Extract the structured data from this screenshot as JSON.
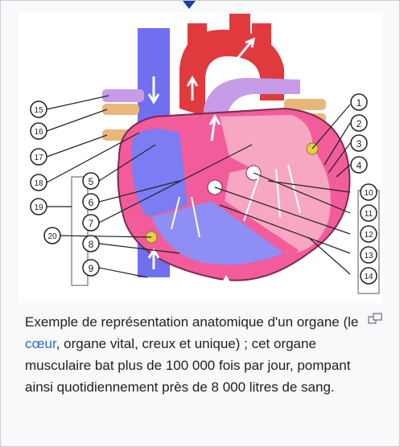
{
  "figure": {
    "callouts": [
      "1",
      "2",
      "3",
      "4",
      "5",
      "6",
      "7",
      "8",
      "9",
      "10",
      "11",
      "12",
      "13",
      "14",
      "15",
      "16",
      "17",
      "18",
      "19",
      "20"
    ]
  },
  "caption": {
    "part1": "Exemple de représentation anatomique d'un organe (le ",
    "link": "cœur",
    "part2": ", organe vital, creux et unique) ; cet organe musculaire bat plus de 100 000 fois par jour, pompant ainsi quotidiennement près de 8 000 litres de sang."
  },
  "colors": {
    "aorta": "#e03a3e",
    "vena_cava": "#6f6ff0",
    "pulmonary": "#c69be8",
    "myocardium": "#f25c9a",
    "left_chamber": "#f7a7c2",
    "right_chamber": "#8e8ef5",
    "pulmonary_vein": "#e9b77a",
    "link": "#3366cc"
  }
}
